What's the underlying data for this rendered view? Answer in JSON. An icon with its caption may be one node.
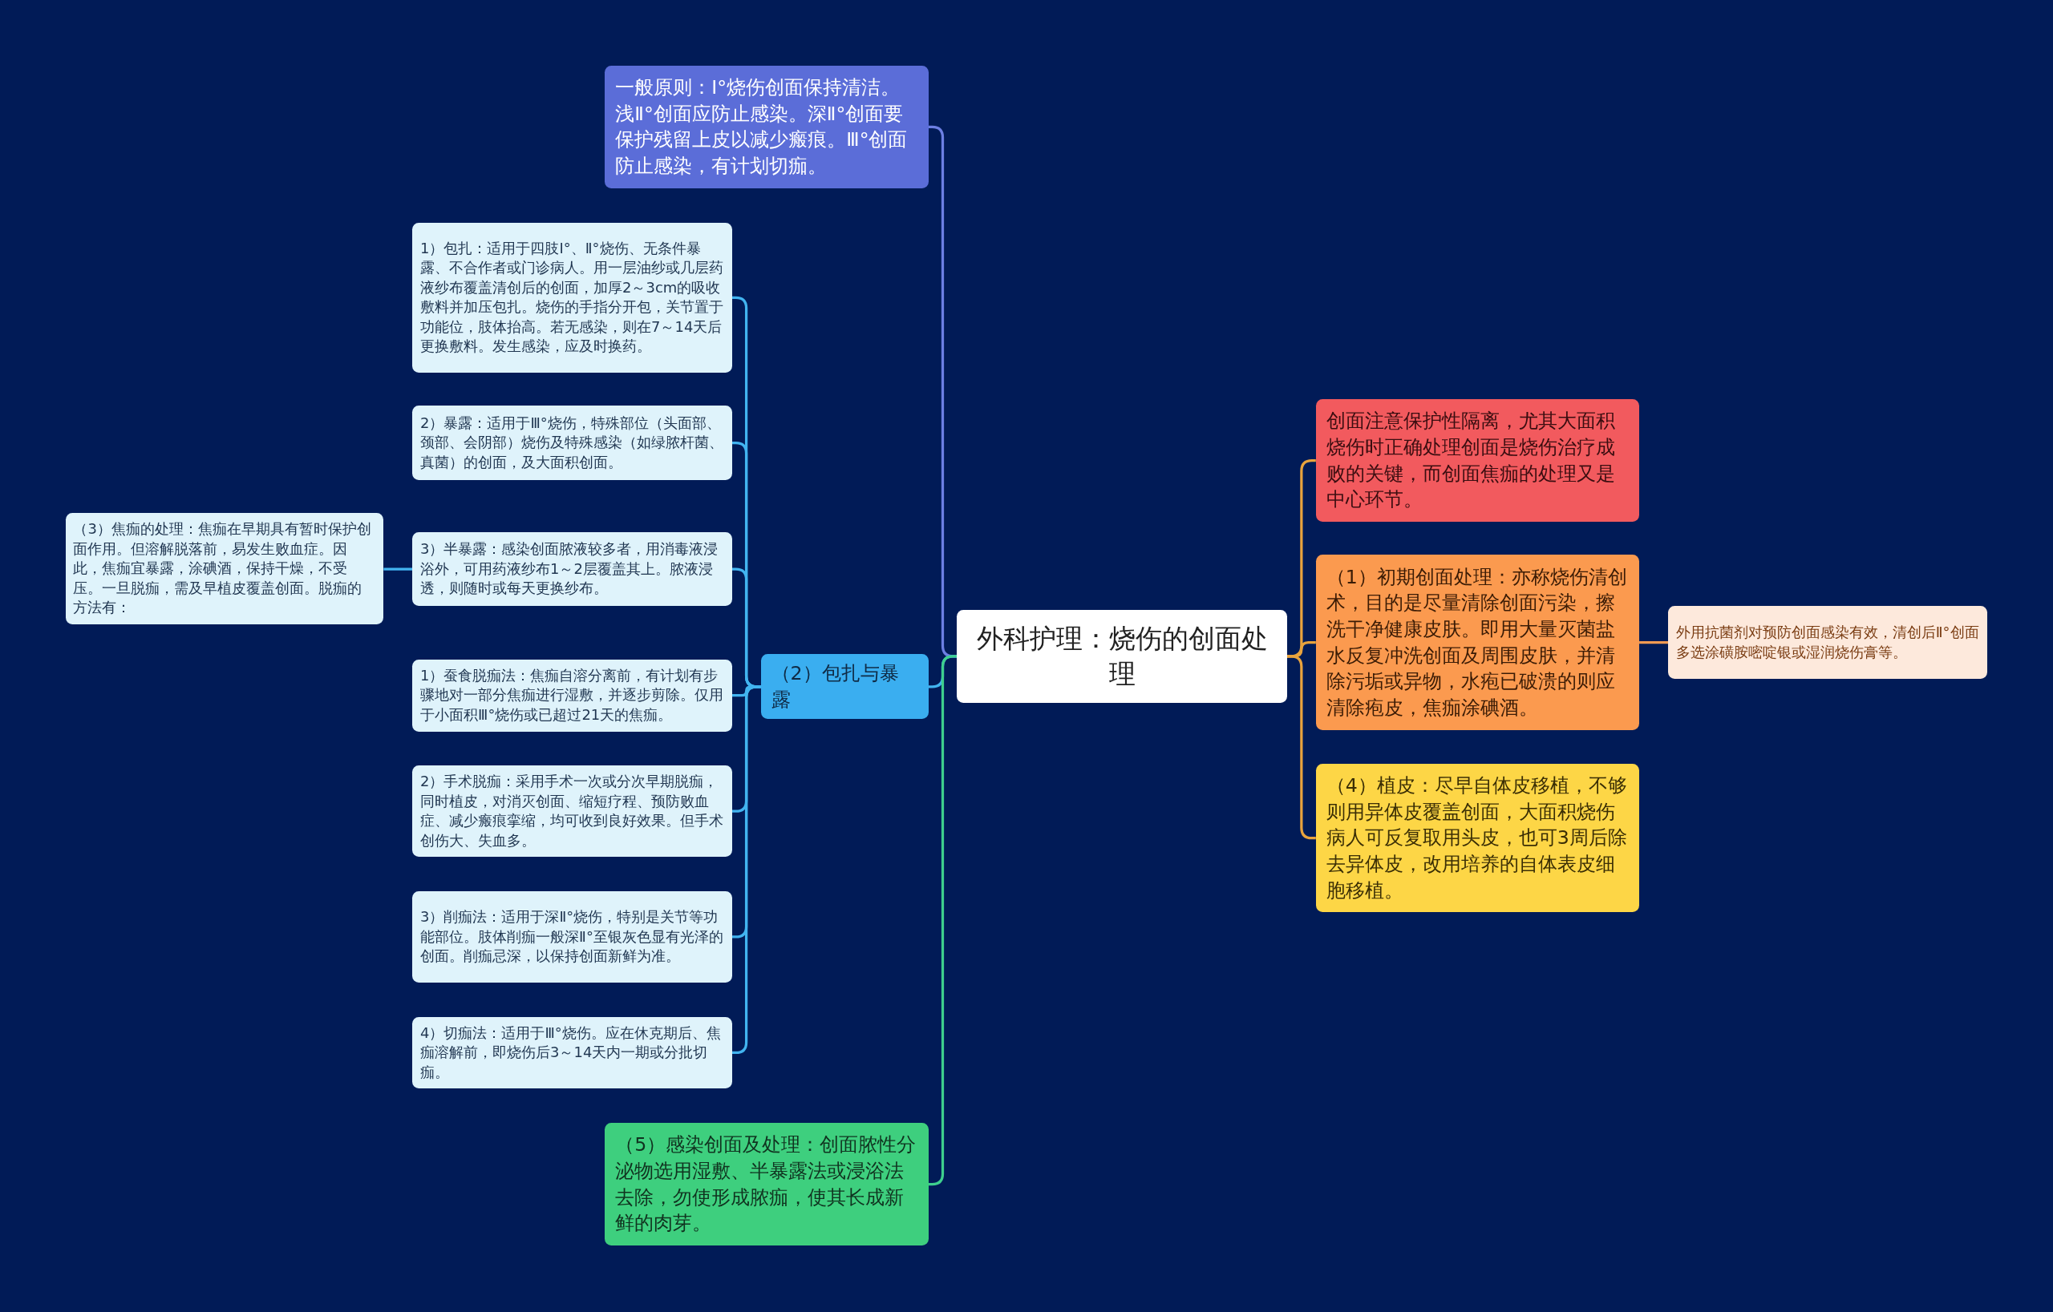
{
  "diagram": {
    "nodes": [
      {
        "text": [
          "外科护理：烧伤的创面处理"
        ]
      },
      {
        "text": [
          "一般原则：Ⅰ°烧伤创面保持清洁。浅Ⅱ°创面应防止感染。深Ⅱ°创面要保护残留上皮以减少瘢痕。Ⅲ°创面防止感染，有计划切痂。"
        ]
      },
      {
        "text": [
          "（2）包扎与暴露"
        ]
      },
      {
        "text": [
          "1）包扎：适用于四肢Ⅰ°、Ⅱ°烧伤、无条件暴露、不合作者或门诊病人。用一层油纱或几层药液纱布覆盖清创后的创面，加厚2～3cm的吸收敷料并加压包扎。烧伤的手指分开包，关节置于功能位，肢体抬高。若无感染，则在7～14天后更换敷料。发生感染，应及时换药。"
        ]
      },
      {
        "text": [
          "2）暴露：适用于Ⅲ°烧伤，特殊部位（头面部、颈部、会阴部）烧伤及特殊感染（如绿脓杆菌、真菌）的创面，及大面积创面。"
        ]
      },
      {
        "text": [
          "3）半暴露：感染创面脓液较多者，用消毒液浸浴外，可用药液纱布1～2层覆盖其上。脓液浸透，则随时或每天更换纱布。"
        ]
      },
      {
        "text": [
          "（3）焦痂的处理：焦痂在早期具有暂时保护创面作用。但溶解脱落前，易发生败血症。因此，焦痂宜暴露，涂碘酒，保持干燥，不受压。一旦脱痂，需及早植皮覆盖创面。脱痂的方法有："
        ]
      },
      {
        "text": [
          "1）蚕食脱痂法：焦痂自溶分离前，有计划有步骤地对一部分焦痂进行湿敷，并逐步剪除。仅用于小面积Ⅲ°烧伤或已超过21天的焦痂。"
        ]
      },
      {
        "text": [
          "2）手术脱痂：采用手术一次或分次早期脱痂，同时植皮，对消灭创面、缩短疗程、预防败血症、减少瘢痕挛缩，均可收到良好效果。但手术创伤大、失血多。"
        ]
      },
      {
        "text": [
          "3）削痂法：适用于深Ⅱ°烧伤，特别是关节等功能部位。肢体削痂一般深Ⅱ°至银灰色显有光泽的创面。削痂忌深，以保持创面新鲜为准。"
        ]
      },
      {
        "text": [
          "4）切痂法：适用于Ⅲ°烧伤。应在休克期后、焦痂溶解前，即烧伤后3～14天内一期或分批切痂。"
        ]
      },
      {
        "text": [
          "（5）感染创面及处理：创面脓性分泌物选用湿敷、半暴露法或浸浴法去除，勿使形成脓痂，使其长成新鲜的肉芽。"
        ]
      },
      {
        "text": [
          "创面注意保护性隔离，尤其大面积烧伤时正确处理创面是烧伤治疗成败的关键，而创面焦痂的处理又是中心环节。"
        ]
      },
      {
        "text": [
          "（1）初期创面处理：亦称烧伤清创术，目的是尽量清除创面污染，擦洗干净健康皮肤。即用大量灭菌盐水反复冲洗创面及周围皮肤，并清除污垢或异物，水疱已破溃的则应清除疱皮，焦痂涂碘酒。"
        ]
      },
      {
        "text": [
          "外用抗菌剂对预防创面感染有效，清创后Ⅱ°创面多选涂磺胺嘧啶银或湿润烧伤膏等。"
        ]
      },
      {
        "text": [
          "（4）植皮：尽早自体皮移植，不够则用异体皮覆盖创面，大面积烧伤病人可反复取用头皮，也可3周后除去异体皮，改用培养的自体表皮细胞移植。"
        ]
      }
    ],
    "edges": [
      {
        "from": 0,
        "to": 1,
        "arrow": "none",
        "color": "#6c7fe3"
      },
      {
        "from": 0,
        "to": 2,
        "arrow": "none"
      },
      {
        "from": 2,
        "to": 3,
        "arrow": "none"
      },
      {
        "from": 2,
        "to": 4,
        "arrow": "none"
      },
      {
        "from": 2,
        "to": 5,
        "arrow": "none"
      },
      {
        "from": 5,
        "to": 6,
        "arrow": "none"
      },
      {
        "from": 2,
        "to": 7,
        "arrow": "none"
      },
      {
        "from": 2,
        "to": 8,
        "arrow": "none"
      },
      {
        "from": 2,
        "to": 9,
        "arrow": "none"
      },
      {
        "from": 2,
        "to": 10,
        "arrow": "none"
      },
      {
        "from": 0,
        "to": 11,
        "arrow": "none",
        "color": "#3ecf8e"
      },
      {
        "from": 0,
        "to": 12,
        "arrow": "none",
        "color": "#e8a33d"
      },
      {
        "from": 0,
        "to": 13,
        "arrow": "none",
        "color": "#e8a33d"
      },
      {
        "from": 13,
        "to": 14,
        "arrow": "none",
        "color": "#f29a52"
      },
      {
        "from": 0,
        "to": 15,
        "arrow": "none",
        "color": "#e8a33d"
      }
    ]
  }
}
